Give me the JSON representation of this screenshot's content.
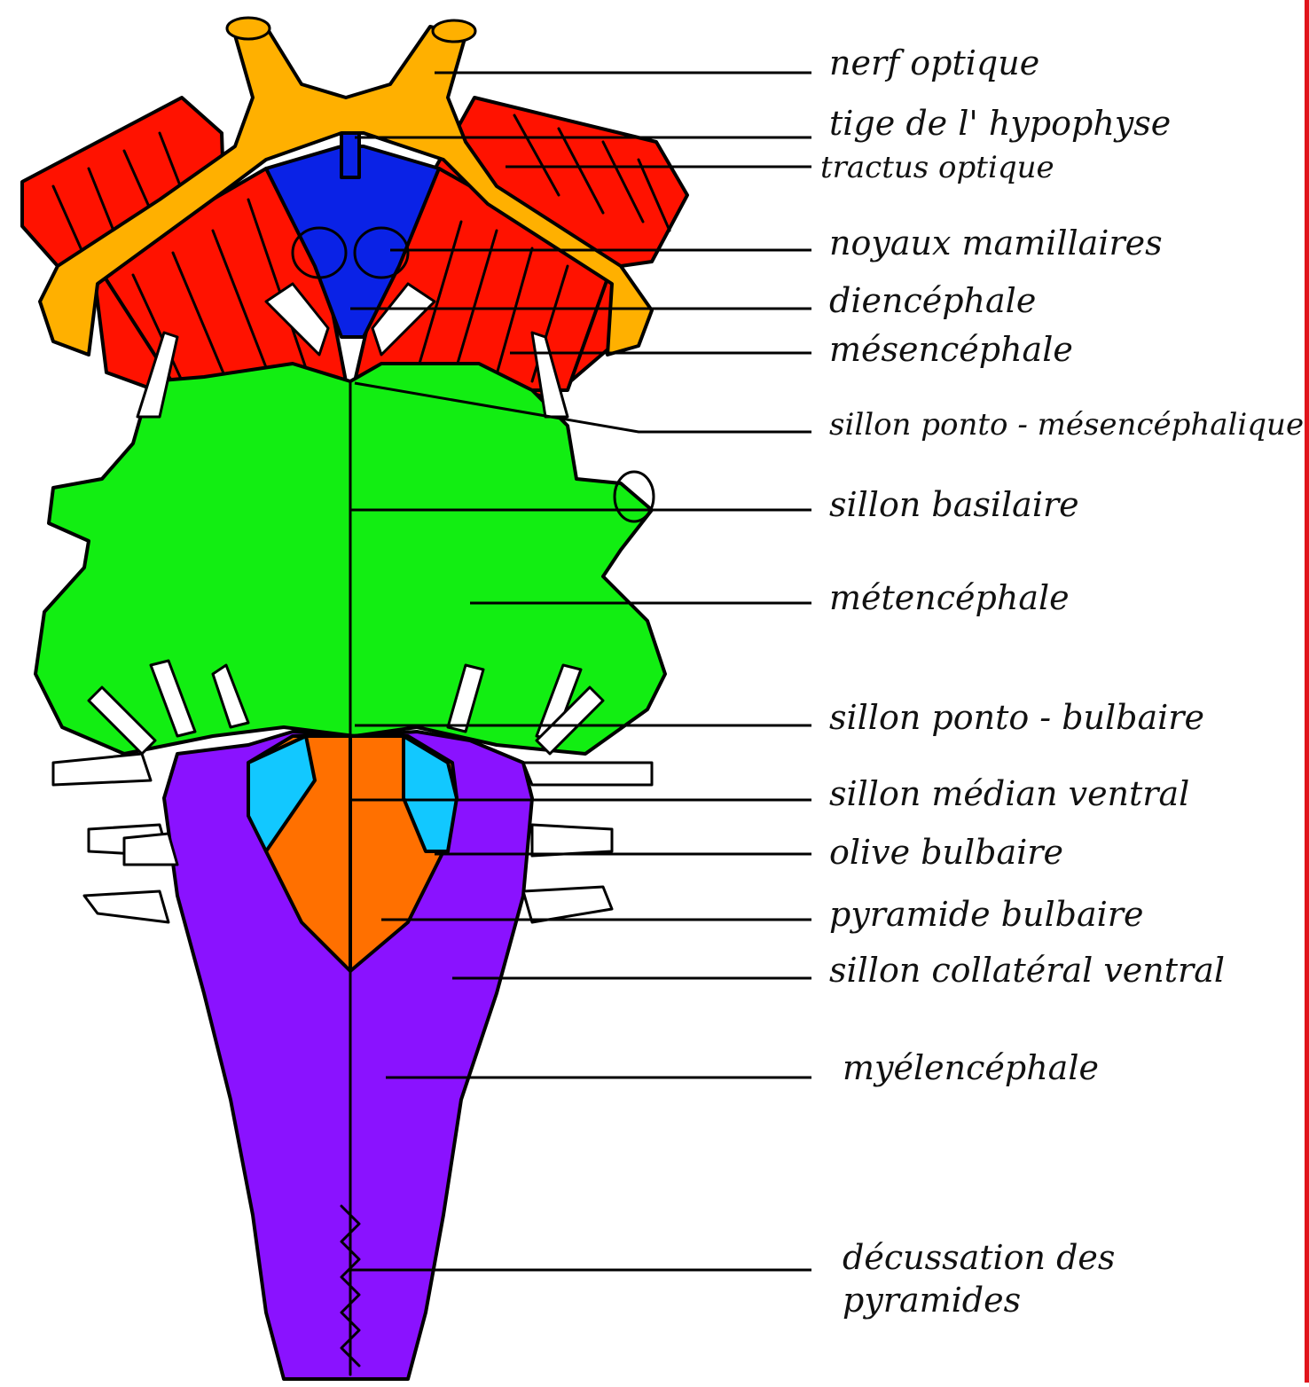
{
  "colors": {
    "optic": "#ffb000",
    "diencephale": "#0a22e6",
    "mesencephale": "#ff1200",
    "metencephale": "#12ee12",
    "myelencephale": "#8a12ff",
    "pyramide": "#ff7000",
    "olive": "#12c8ff",
    "nerves": "#ffffff",
    "outline": "#000000",
    "frame": "#e0141b"
  },
  "labels": [
    {
      "id": "nerf-optique",
      "text": "nerf optique"
    },
    {
      "id": "tige-hypophyse",
      "text": "tige de l' hypophyse"
    },
    {
      "id": "tractus-optique",
      "text": "tractus optique"
    },
    {
      "id": "noyaux-mamillaires",
      "text": "noyaux mamillaires"
    },
    {
      "id": "diencephale",
      "text": "diencéphale"
    },
    {
      "id": "mesencephale",
      "text": "mésencéphale"
    },
    {
      "id": "sillon-ponto-mesencephalique",
      "text": "sillon ponto - mésencéphalique"
    },
    {
      "id": "sillon-basilaire",
      "text": "sillon basilaire"
    },
    {
      "id": "metencephale",
      "text": "métencéphale"
    },
    {
      "id": "sillon-ponto-bulbaire",
      "text": "sillon ponto - bulbaire"
    },
    {
      "id": "sillon-median-ventral",
      "text": "sillon médian ventral"
    },
    {
      "id": "olive-bulbaire",
      "text": "olive bulbaire"
    },
    {
      "id": "pyramide-bulbaire",
      "text": "pyramide bulbaire"
    },
    {
      "id": "sillon-collateral-ventral",
      "text": "sillon collatéral ventral"
    },
    {
      "id": "myelencephale",
      "text": "myélencéphale"
    },
    {
      "id": "decussation-pyramides",
      "text": "décussation des\npyramides"
    }
  ]
}
